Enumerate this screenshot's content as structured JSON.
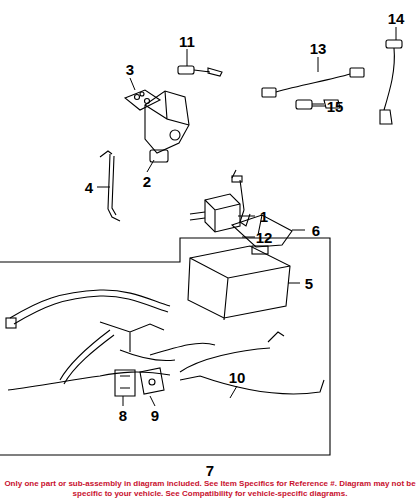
{
  "diagram": {
    "caption": "Only one part or sub-assembly in diagram included. See Item Specifics for Reference #. Diagram may not be specific to your vehicle. See Compatibility for vehicle-specific diagrams.",
    "labels": [
      "11",
      "13",
      "14",
      "3",
      "15",
      "2",
      "12",
      "4",
      "1",
      "6",
      "5",
      "10",
      "8",
      "9",
      "7"
    ]
  }
}
